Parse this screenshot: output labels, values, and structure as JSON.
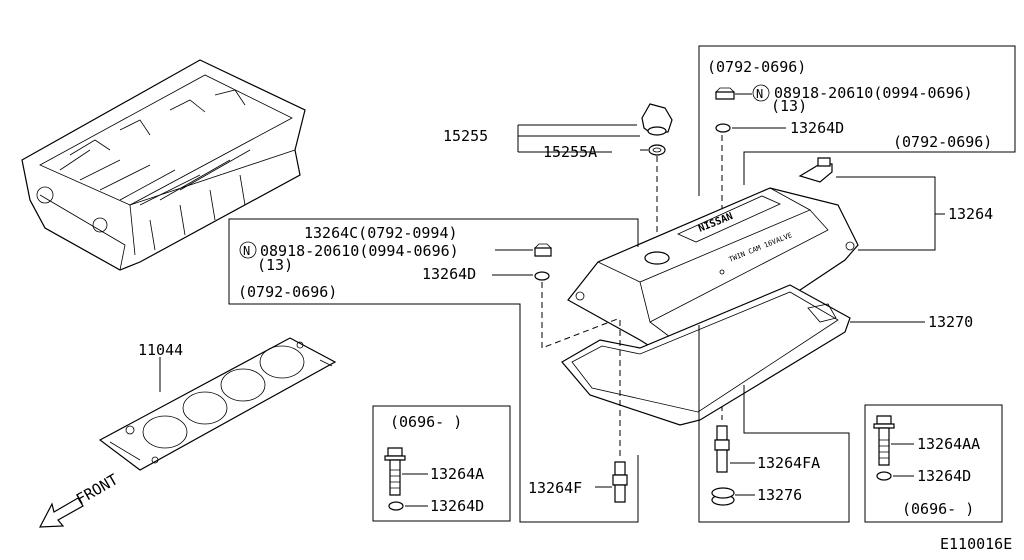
{
  "labels": {
    "p15255": "15255",
    "p15255A": "15255A",
    "top_range_1": "(0792-0696)",
    "nut_spec_top": "08918-20610(0994-0696)",
    "nut_qty_top": "(13)",
    "circle_n": "N",
    "p13264D_top": "13264D",
    "top_range_2": "(0792-0696)",
    "p13264": "13264",
    "p13264C": "13264C(0792-0994)",
    "nut_spec_left": "08918-20610(0994-0696)",
    "nut_qty_left": "(13)",
    "p13264D_left": "13264D",
    "left_range": "(0792-0696)",
    "p13270": "13270",
    "p11044": "11044",
    "box1_range": "(0696-   )",
    "p13264A": "13264A",
    "p13264D_box1": "13264D",
    "p13264F": "13264F",
    "p13264FA": "13264FA",
    "p13276": "13276",
    "p13264AA": "13264AA",
    "p13264D_box4": "13264D",
    "box4_range": "(0696-   )",
    "front": "FRONT",
    "diagram_code": "E110016E",
    "cover_brand": "NISSAN",
    "cover_text": "TWIN CAM 16VALVE"
  }
}
